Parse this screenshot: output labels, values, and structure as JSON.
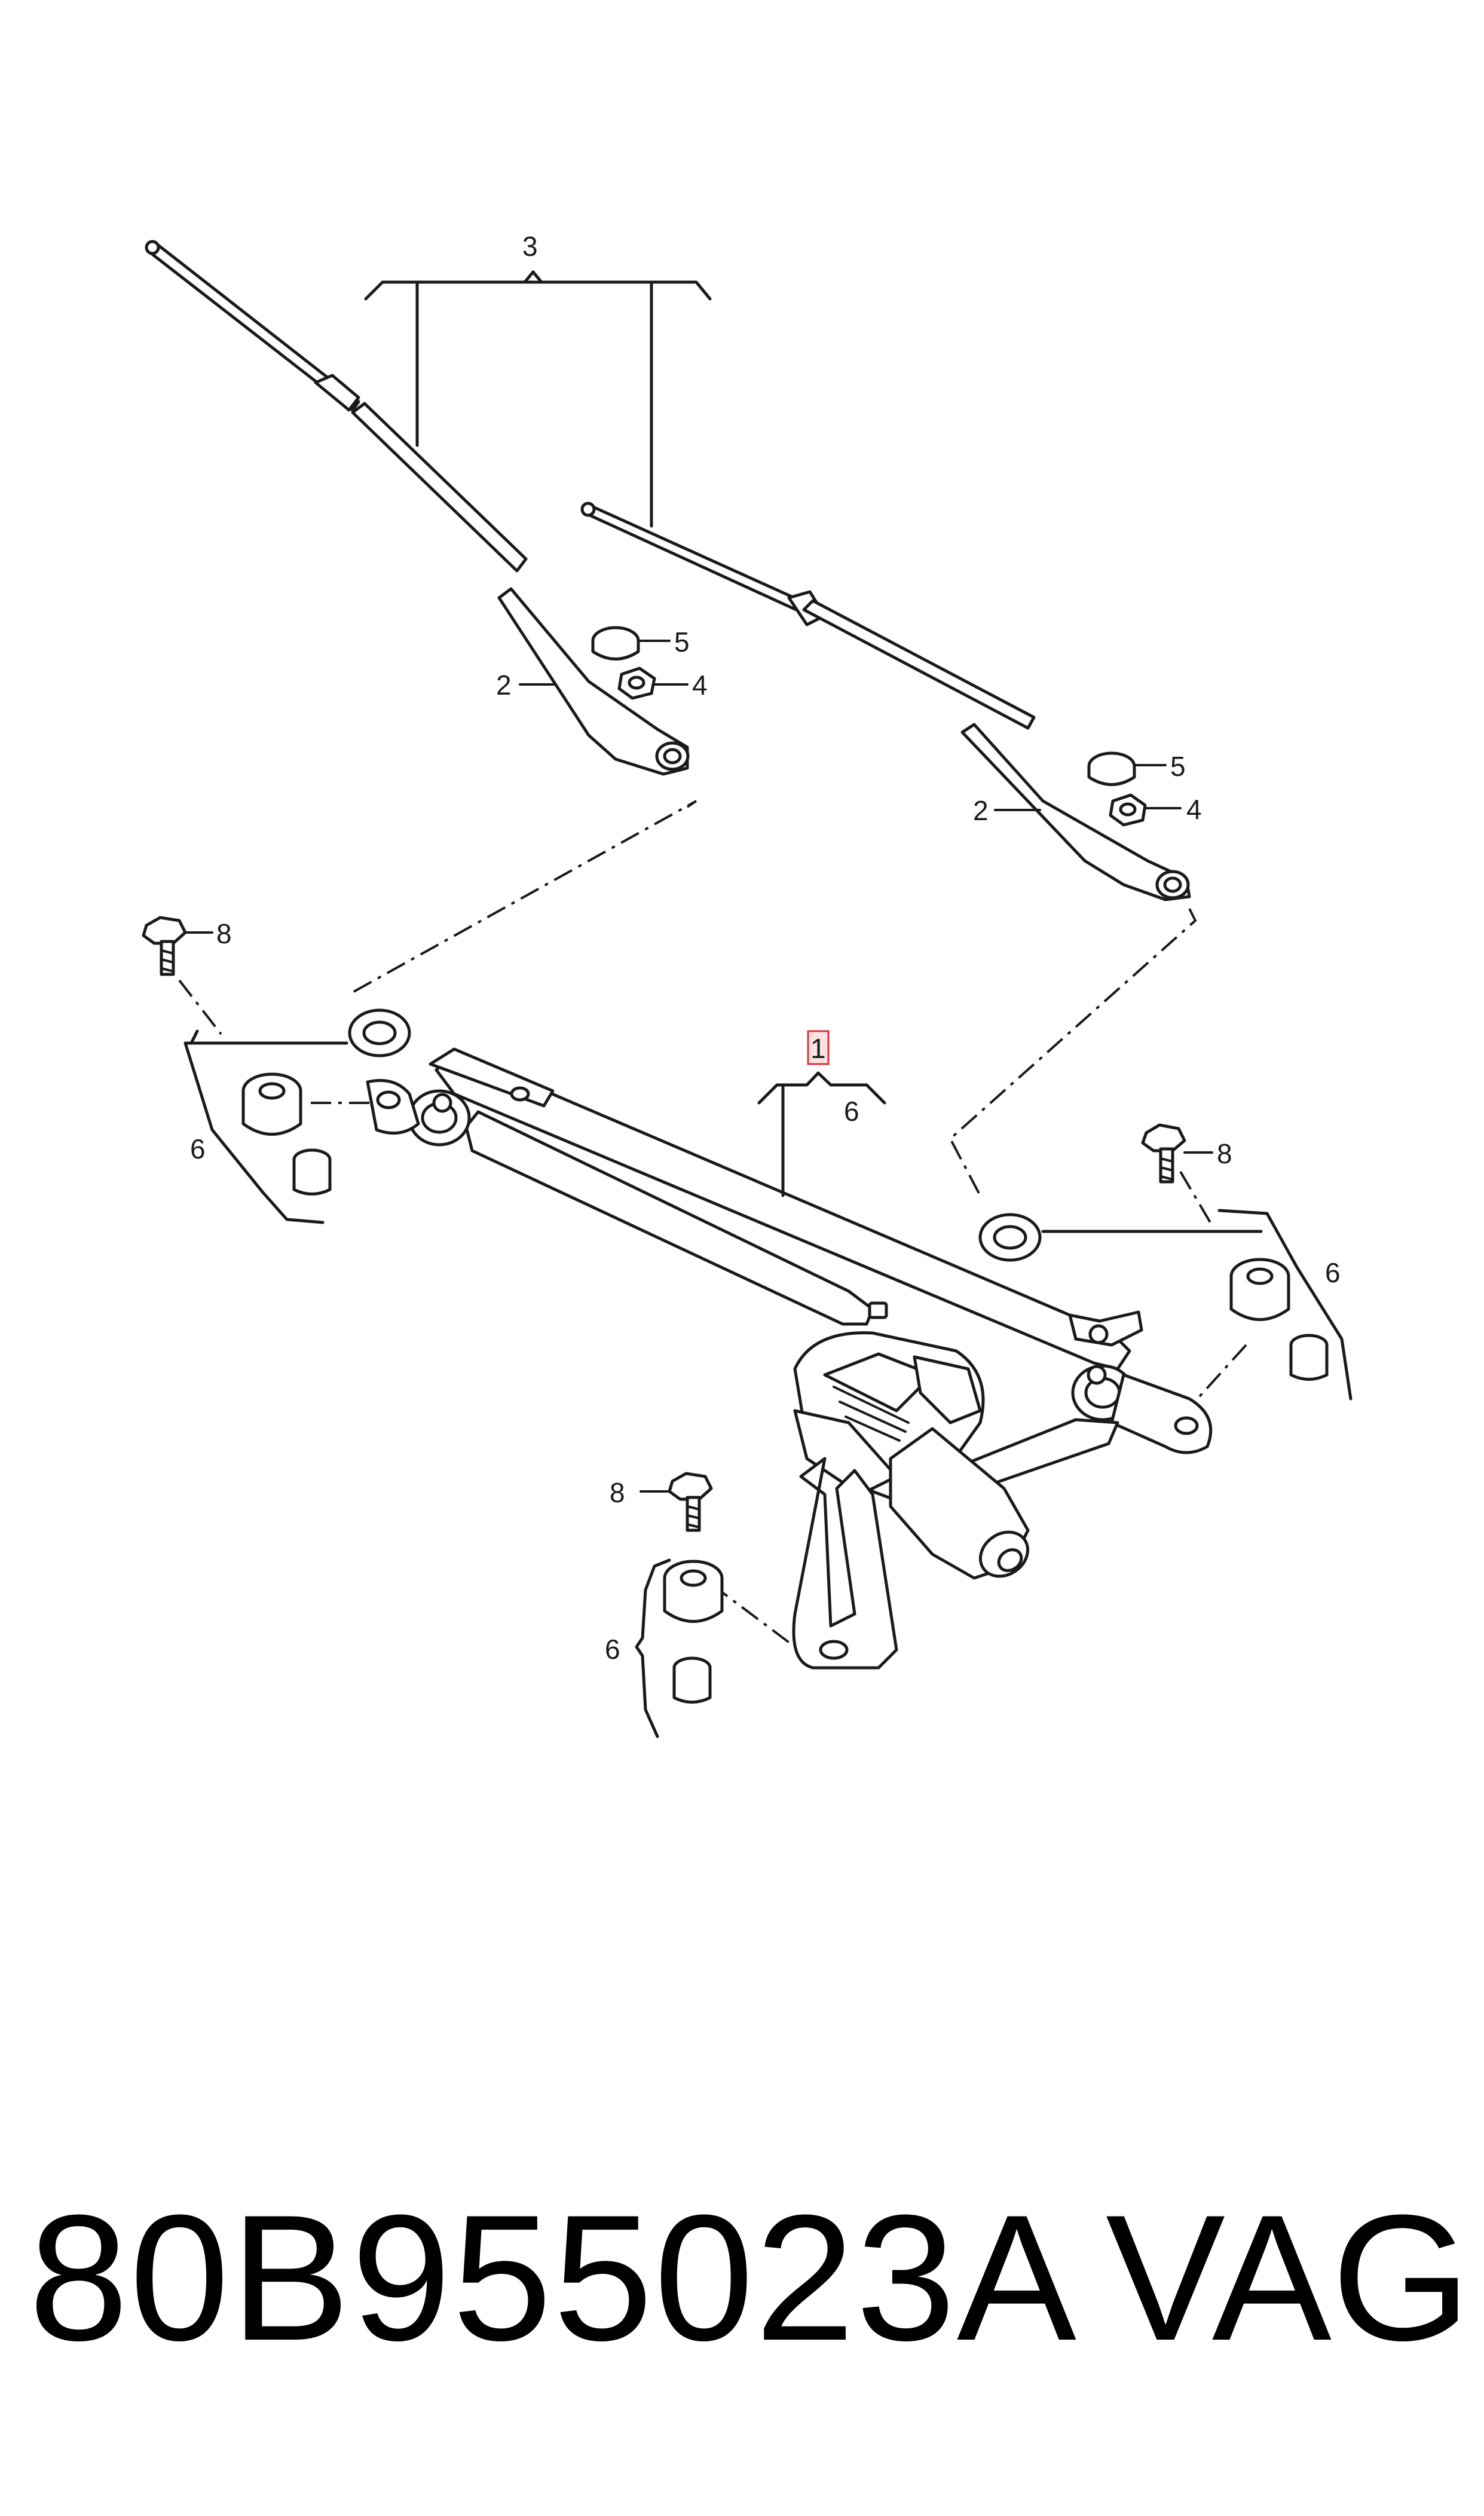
{
  "callouts": {
    "c1": "1",
    "c2a": "2",
    "c2b": "2",
    "c3": "3",
    "c4a": "4",
    "c4b": "4",
    "c5a": "5",
    "c5b": "5",
    "c6a": "6",
    "c6b": "6",
    "c6c": "6",
    "c6d": "6",
    "c8a": "8",
    "c8b": "8",
    "c8c": "8"
  },
  "highlight_color": "#e0303a",
  "footer": {
    "part_number": "80B955023A",
    "brand": "VAG"
  }
}
